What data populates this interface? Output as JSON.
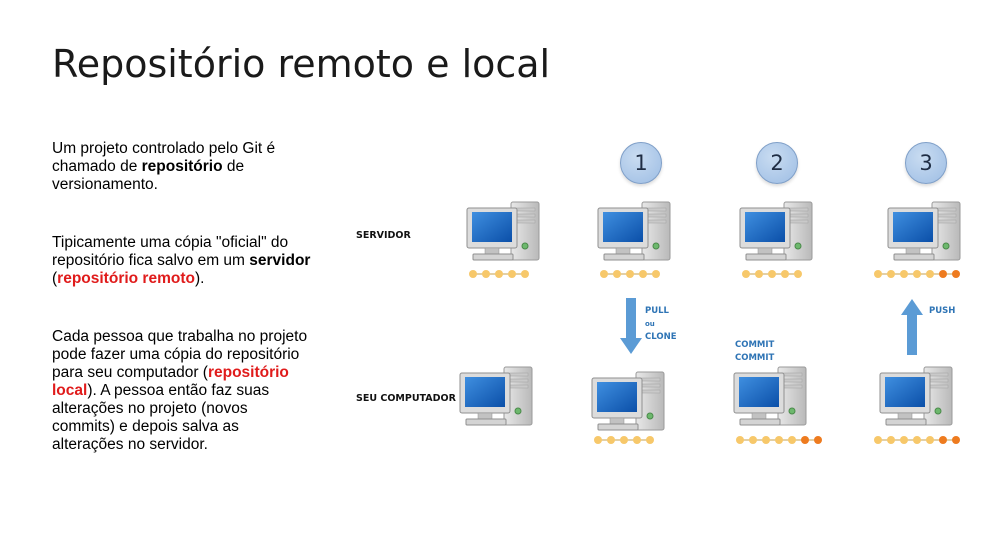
{
  "title": "Repositório remoto e local",
  "paragraphs": {
    "p1": {
      "a": "Um projeto controlado pelo Git é chamado de ",
      "b": "repositório",
      "c": " de versionamento."
    },
    "p2": {
      "a": "Tipicamente uma cópia \"oficial\" do repositório fica salvo em um ",
      "b": "servidor",
      "c": " (",
      "d": "repositório remoto",
      "e": ")."
    },
    "p3": {
      "a": "Cada pessoa que trabalha no projeto pode fazer uma cópia do repositório para seu computador (",
      "b": "repositório local",
      "c": "). A pessoa então faz suas alterações no projeto (novos commits) e depois salva as alterações no servidor."
    }
  },
  "rows": {
    "server": "SERVIDOR",
    "local": "SEU COMPUTADOR"
  },
  "steps": [
    "1",
    "2",
    "3"
  ],
  "actions": {
    "pull_lines": [
      "PULL",
      "ou",
      "CLONE"
    ],
    "commit_lines": [
      "COMMIT",
      "COMMIT"
    ],
    "push": "PUSH"
  },
  "colors": {
    "commit_old": "#f7c86a",
    "commit_new": "#ee7b1f",
    "arrow": "#5b9bd5",
    "label_blue": "#2e74b5",
    "highlight_red": "#e01b1b"
  },
  "computers": [
    {
      "id": "server-0",
      "icon": "computer-icon",
      "commits": 5,
      "new_commits": 0
    },
    {
      "id": "server-1",
      "icon": "computer-icon",
      "commits": 5,
      "new_commits": 0
    },
    {
      "id": "server-2",
      "icon": "computer-icon",
      "commits": 5,
      "new_commits": 0
    },
    {
      "id": "server-3",
      "icon": "computer-icon",
      "commits": 5,
      "new_commits": 2
    },
    {
      "id": "local-0",
      "icon": "computer-icon",
      "commits": 0,
      "new_commits": 0
    },
    {
      "id": "local-1",
      "icon": "computer-icon",
      "commits": 5,
      "new_commits": 0
    },
    {
      "id": "local-2",
      "icon": "computer-icon",
      "commits": 5,
      "new_commits": 2
    },
    {
      "id": "local-3",
      "icon": "computer-icon",
      "commits": 5,
      "new_commits": 2
    }
  ]
}
